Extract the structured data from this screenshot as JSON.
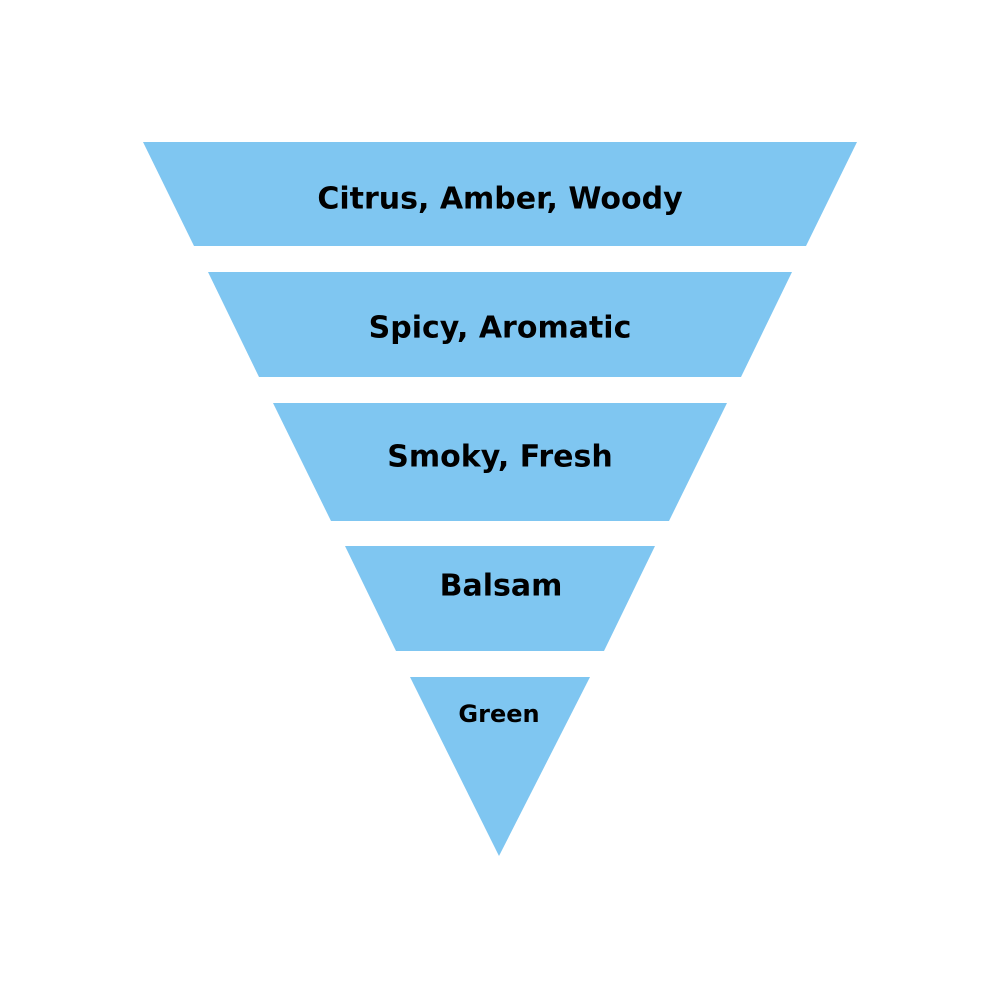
{
  "funnel": {
    "fill_color": "#7fc6f1",
    "text_color": "#000000",
    "levels": [
      {
        "label": "Citrus, Amber, Woody"
      },
      {
        "label": "Spicy, Aromatic"
      },
      {
        "label": "Smoky, Fresh"
      },
      {
        "label": "Balsam"
      },
      {
        "label": "Green"
      }
    ]
  }
}
